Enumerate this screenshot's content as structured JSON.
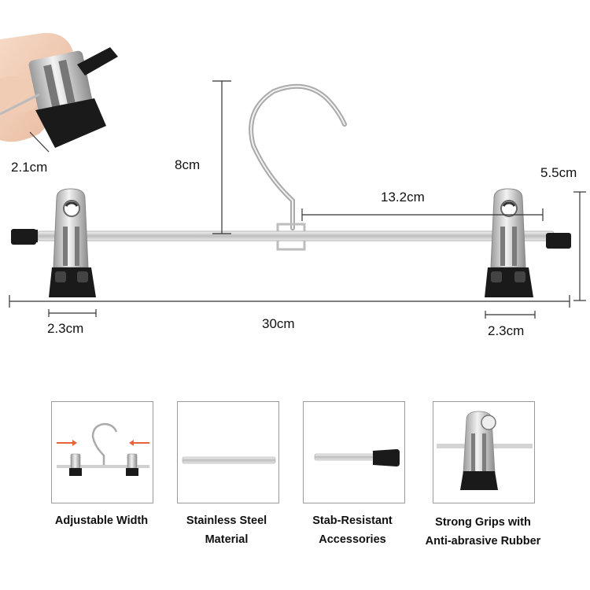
{
  "dimensions": {
    "clip_width": "2.1cm",
    "hook_height": "8cm",
    "half_span": "13.2cm",
    "total_height": "5.5cm",
    "left_clip": "2.3cm",
    "total_length": "30cm",
    "right_clip": "2.3cm"
  },
  "features": [
    {
      "line1": "Adjustable Width",
      "line2": ""
    },
    {
      "line1": "Stainless Steel",
      "line2": "Material"
    },
    {
      "line1": "Stab-Resistant",
      "line2": "Accessories"
    },
    {
      "line1": "Strong Grips with",
      "line2": "Anti-abrasive Rubber"
    }
  ],
  "colors": {
    "arrow_orange": "#e8623a",
    "rubber_black": "#1a1a1a",
    "chrome": "#c8c8c8"
  }
}
